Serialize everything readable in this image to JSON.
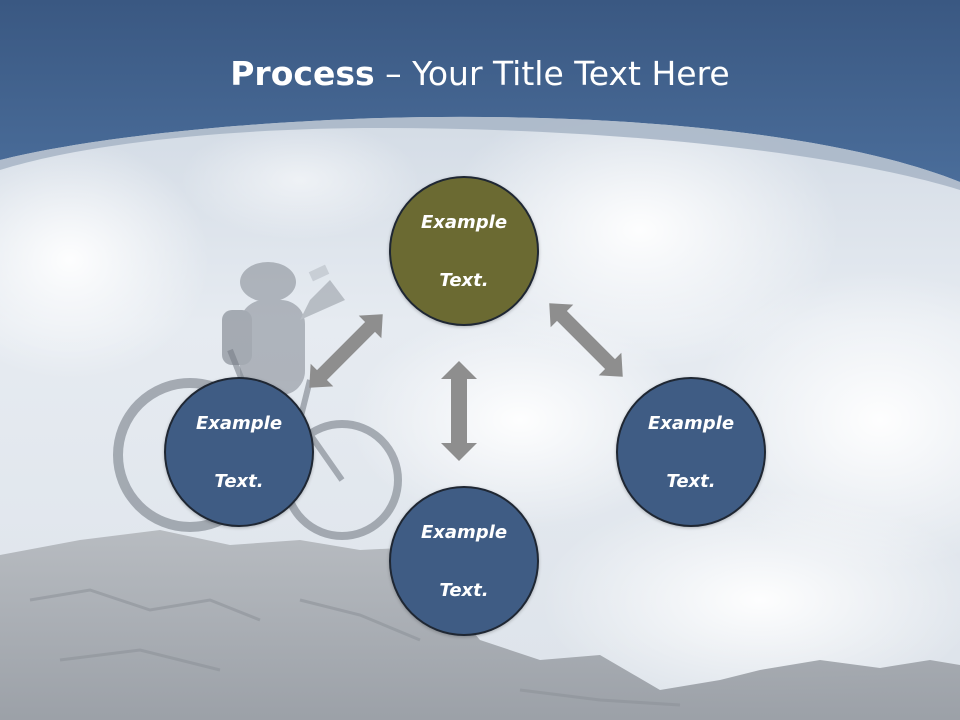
{
  "title": {
    "bold": "Process",
    "rest": " – Your Title Text Here"
  },
  "nodes": {
    "top": {
      "line1": "Example",
      "line2": "Text."
    },
    "left": {
      "line1": "Example",
      "line2": "Text."
    },
    "bottom": {
      "line1": "Example",
      "line2": "Text."
    },
    "right": {
      "line1": "Example",
      "line2": "Text."
    }
  },
  "colors": {
    "header": "#3f6190",
    "node_primary": "#6b6a32",
    "node_secondary": "#3f5c84",
    "arrow": "#8c8c8c",
    "sky": "#e3e8ee",
    "rock": "#a6aab0"
  }
}
